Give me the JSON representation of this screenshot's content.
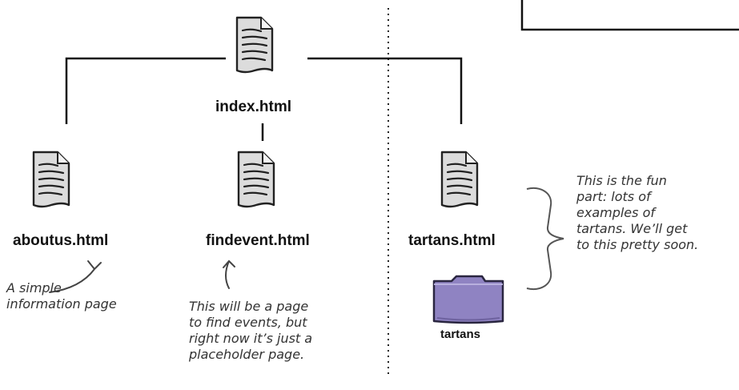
{
  "files": {
    "root": "index.html",
    "about": "aboutus.html",
    "findevent": "findevent.html",
    "tartans": "tartans.html"
  },
  "folder": {
    "name": "tartans"
  },
  "notes": {
    "about": "A simple\ninformation page",
    "findevent": "This will be a page\nto find events, but\nright now it’s just a\nplaceholder page.",
    "tartans": "This is the fun\npart: lots of\nexamples of\ntartans. We’ll get\nto this pretty soon."
  },
  "icons": {
    "file": "html-file-icon",
    "folder": "folder-icon"
  },
  "colors": {
    "folder": "#8f83c2",
    "line": "#111111"
  }
}
